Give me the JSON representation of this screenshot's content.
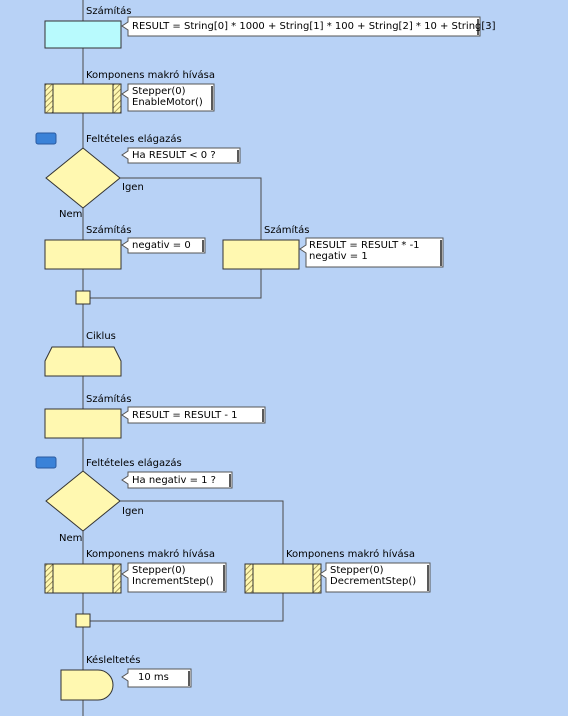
{
  "colors": {
    "background": "#b8d2f6",
    "block_fill": "#fff8b0",
    "calc_first_fill": "#b8fafd",
    "line": "#4a4a4a",
    "comment_fill": "#ffffff",
    "toggle_fill": "#3a82d8"
  },
  "blocks": {
    "calc1": {
      "title": "Számítás",
      "lines": [
        "RESULT = String[0] * 1000 + String[1] * 100 + String[2] * 10 + String[3]"
      ]
    },
    "macro1": {
      "title": "Komponens makró hívása",
      "lines": [
        "Stepper(0)",
        "EnableMotor()"
      ]
    },
    "decision1": {
      "title": "Feltételes elágazás",
      "condition": "Ha RESULT < 0 ?",
      "yes": "Igen",
      "no": "Nem"
    },
    "calc_neg": {
      "title": "Számítás",
      "lines": [
        "negativ = 0"
      ]
    },
    "calc_pos": {
      "title": "Számítás",
      "lines": [
        "RESULT = RESULT * -1",
        "negativ = 1"
      ]
    },
    "loop": {
      "title": "Ciklus"
    },
    "calc_dec": {
      "title": "Számítás",
      "lines": [
        "RESULT = RESULT - 1"
      ]
    },
    "decision2": {
      "title": "Feltételes elágazás",
      "condition": "Ha negativ = 1 ?",
      "yes": "Igen",
      "no": "Nem"
    },
    "macro_inc": {
      "title": "Komponens makró hívása",
      "lines": [
        "Stepper(0)",
        "IncrementStep()"
      ]
    },
    "macro_dec": {
      "title": "Komponens makró hívása",
      "lines": [
        "Stepper(0)",
        "DecrementStep()"
      ]
    },
    "delay": {
      "title": "Késleltetés",
      "lines": [
        "10 ms"
      ]
    }
  }
}
